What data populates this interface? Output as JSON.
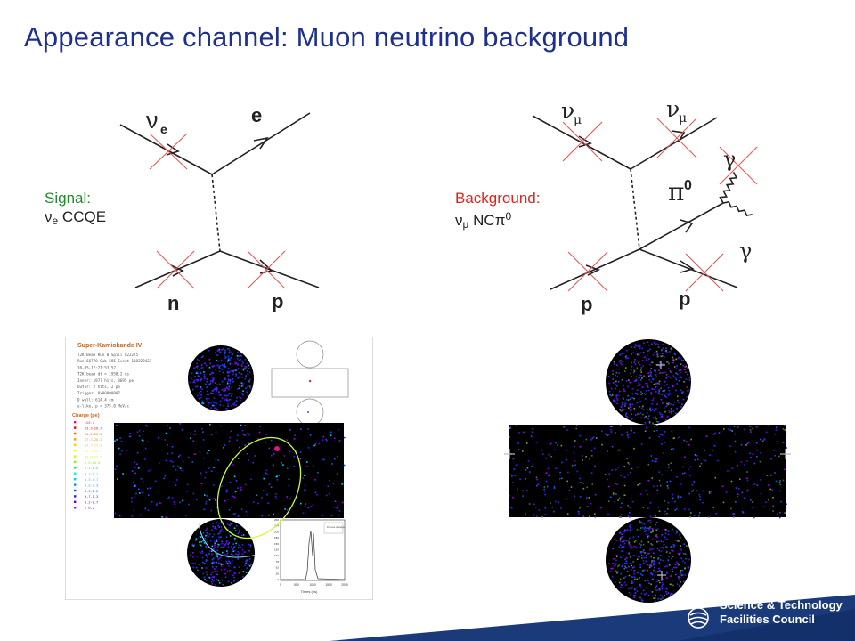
{
  "slide": {
    "title": "Appearance channel: Muon neutrino background"
  },
  "signal": {
    "label": "Signal:",
    "process_nu": "ν",
    "process_sub": "e",
    "process_rest": " CCQE",
    "particles": {
      "in": "ν",
      "in_sub": "e",
      "out_lepton": "e",
      "nucleon_in": "n",
      "nucleon_out": "p"
    }
  },
  "background": {
    "label": "Background:",
    "process_nu": "ν",
    "process_sub": "μ",
    "process_rest": " NCπ",
    "process_sup": "0",
    "particles": {
      "in": "ν",
      "in_sub": "μ",
      "out": "ν",
      "out_sub": "μ",
      "pion": "π",
      "pion_sup": "0",
      "gamma1": "γ",
      "gamma2": "γ",
      "nucleon_in": "p",
      "nucleon_out": "p"
    }
  },
  "event_display_left": {
    "experiment": "Super-Kamiokande IV",
    "info_lines": [
      "T2K Beam Run 0 Spill 822275",
      "Run 66778 Sub 585 Event 138229437",
      "10-05-12:21:53:52",
      "T2K beam dt = 1958.2 ns",
      "Inner: 1977 hits, 3695 pe",
      "Outer: 2 hits, 2 pe",
      "Trigger: 0x80000007",
      "D_wall: 614.4 cm",
      "e-like, p = 375.0 MeV/c"
    ],
    "legend_title": "Charge (pe)",
    "legend_items": [
      ">26.7",
      "23.3-26.7",
      "20.2-23.3",
      "17.3-20.2",
      "14.7-17.3",
      "12.2-14.7",
      "10.0-12.2",
      "8.0-10.0",
      "6.2-8.0",
      "4.7-6.2",
      "3.3-4.7",
      "2.2-3.3",
      "1.3-2.2",
      "0.7-1.3",
      "0.2-0.7",
      "< 0.2"
    ],
    "legend_colors": [
      "#e7108c",
      "#ff0000",
      "#ff5a00",
      "#ff9a00",
      "#ffcc00",
      "#ffff00",
      "#c8ff00",
      "#80ff00",
      "#00ff40",
      "#00ffc0",
      "#00ccff",
      "#0090ff",
      "#0050ff",
      "#2020ff",
      "#6000ff",
      "#a000ff"
    ],
    "histogram": {
      "x_label": "Times (ns)",
      "x_ticks": [
        "0",
        "500",
        "1000",
        "1500",
        "2000"
      ],
      "y_ticks": [
        "0",
        "26",
        "52",
        "78",
        "104",
        "130",
        "156",
        "182",
        "208",
        "234",
        "260"
      ],
      "inset": "0 mu-e decays"
    }
  },
  "footer": {
    "org_line1": "Science & Technology",
    "org_line2": "Facilities Council"
  }
}
